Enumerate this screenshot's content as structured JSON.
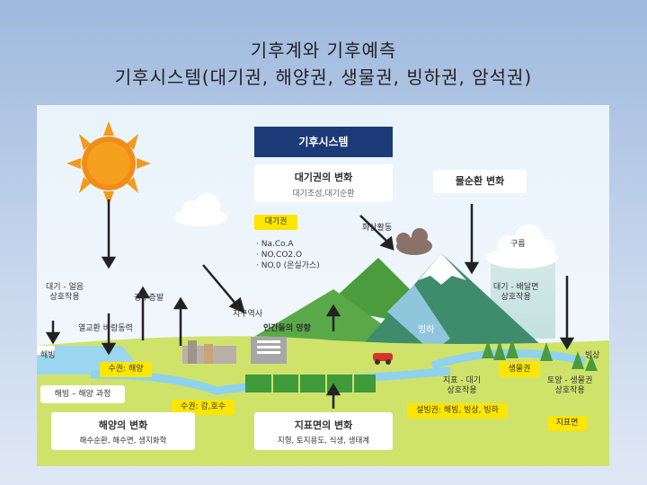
{
  "title_line1": "기후계와 기후예측",
  "title_line2": "기후시스템(대기권, 해양권, 생물권, 빙하권, 암석권)",
  "diagram": {
    "header": "기후시스템",
    "atmosphere_title": "대기권의 변화",
    "atmosphere_sub": "대기조성,대기순환",
    "water_cycle": "물순환 변화",
    "atmosphere_tag": "대기권",
    "gas_1": "· Na.Co.A",
    "gas_2": "· NO.CO2.O",
    "gas_3": "· NO.0 (온실가스)",
    "volcano": "화산활동",
    "cloud": "구름",
    "air_ice": "대기 - 얼음\n상호작용",
    "evaporation": "강수증발",
    "heat_wind": "열교환 바람동력",
    "earth_history": "지구역사",
    "human_impact": "인간들의 영향",
    "glacier": "빙하",
    "air_land": "대기 - 배달면\n상호작용",
    "sea_ice_left": "해빙",
    "sea_ice_right": "빙상",
    "hydro_ocean": "수권: 해양",
    "ice_ocean_process": "해빙 – 해양 과정",
    "hydro_river": "수권: 강,호수",
    "ocean_change_title": "해양의 변화",
    "ocean_change_sub": "해수순환, 해수면, 생지화학",
    "surface_change_title": "지표면의 변화",
    "surface_change_sub": "지형, 토지용도, 식생, 생태계",
    "cryosphere": "설빙권: 해빙, 빙상, 빙하",
    "biosphere": "생물권",
    "land_air": "지표 - 대기\n상호작용",
    "soil_bio": "토양 - 생물권\n상호작용",
    "land_surface": "지표면"
  }
}
